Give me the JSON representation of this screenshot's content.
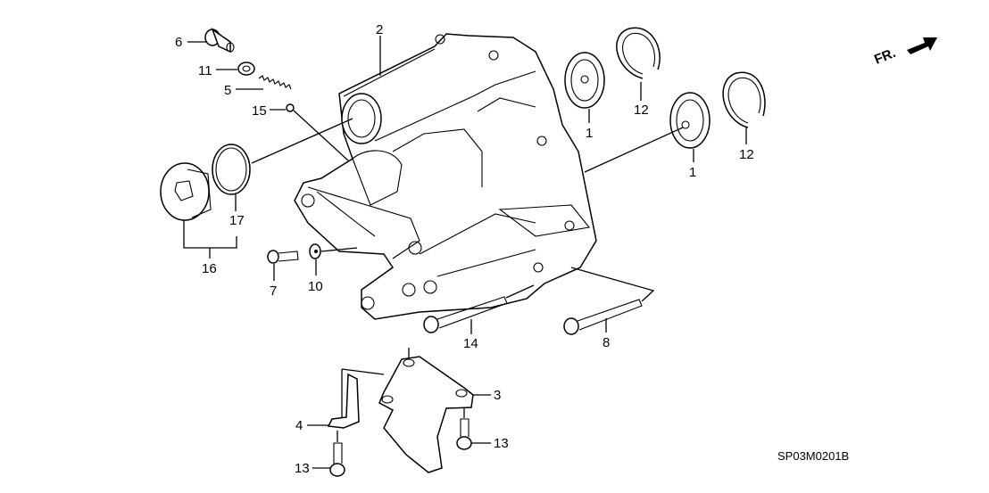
{
  "diagram": {
    "title": "Transmission side cover exploded parts diagram",
    "direction_indicator": {
      "label": "FR.",
      "icon": "front-direction-arrow-icon"
    },
    "diagram_code": "SP03M0201B",
    "callouts": [
      {
        "number": "1",
        "part": "cover-plug-upper"
      },
      {
        "number": "1",
        "part": "cover-plug-lower"
      },
      {
        "number": "2",
        "part": "side-cover-case"
      },
      {
        "number": "3",
        "part": "mount-bracket"
      },
      {
        "number": "4",
        "part": "small-stay-bracket"
      },
      {
        "number": "5",
        "part": "spring"
      },
      {
        "number": "6",
        "part": "sealing-bolt"
      },
      {
        "number": "7",
        "part": "flange-bolt-small"
      },
      {
        "number": "8",
        "part": "long-flange-bolt-right"
      },
      {
        "number": "10",
        "part": "washer"
      },
      {
        "number": "11",
        "part": "sealing-washer"
      },
      {
        "number": "12",
        "part": "snap-ring-upper"
      },
      {
        "number": "12",
        "part": "snap-ring-lower"
      },
      {
        "number": "13",
        "part": "flange-bolt-bracket-right"
      },
      {
        "number": "13",
        "part": "flange-bolt-bracket-left"
      },
      {
        "number": "14",
        "part": "long-flange-bolt-left"
      },
      {
        "number": "15",
        "part": "steel-ball"
      },
      {
        "number": "16",
        "part": "drain-plug-assembly"
      },
      {
        "number": "17",
        "part": "o-ring"
      }
    ]
  }
}
